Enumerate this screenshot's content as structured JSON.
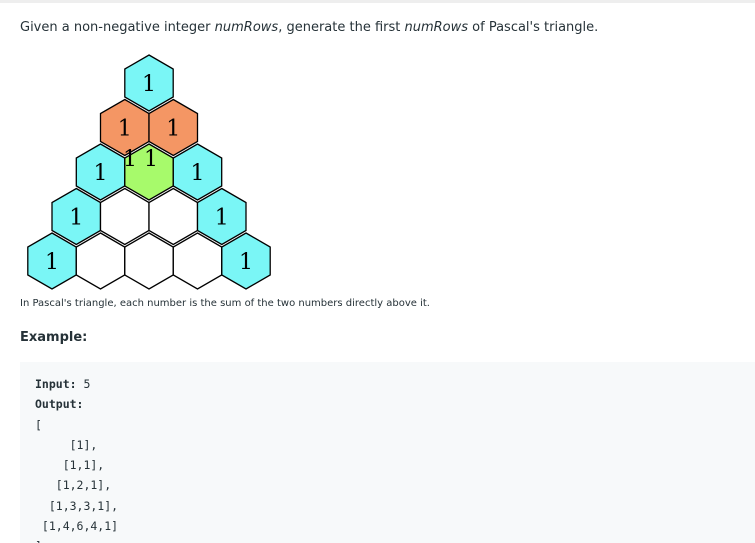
{
  "problem": {
    "intro": {
      "part1": "Given a non-negative integer ",
      "var1": "numRows",
      "part2": ", generate the first ",
      "var2": "numRows",
      "part3": " of Pascal's triangle."
    },
    "figure": {
      "caption": "In Pascal's triangle, each number is the sum of the two numbers directly above it.",
      "colors": {
        "cyan": "#7af6f6",
        "orange": "#f49664",
        "green": "#a7fa6b",
        "white": "#ffffff",
        "outline": "#000000"
      },
      "rows": [
        [
          {
            "value": "1",
            "fill": "cyan"
          }
        ],
        [
          {
            "value": "1",
            "fill": "orange"
          },
          {
            "value": "1",
            "fill": "orange"
          }
        ],
        [
          {
            "value": "1",
            "fill": "cyan"
          },
          {
            "value": "",
            "fill": "green"
          },
          {
            "value": "1",
            "fill": "cyan"
          }
        ],
        [
          {
            "value": "1",
            "fill": "cyan"
          },
          {
            "value": "",
            "fill": "white"
          },
          {
            "value": "",
            "fill": "white"
          },
          {
            "value": "1",
            "fill": "cyan"
          }
        ],
        [
          {
            "value": "1",
            "fill": "cyan"
          },
          {
            "value": "",
            "fill": "white"
          },
          {
            "value": "",
            "fill": "white"
          },
          {
            "value": "",
            "fill": "white"
          },
          {
            "value": "1",
            "fill": "cyan"
          }
        ]
      ],
      "overlay_label": "1 1"
    },
    "example": {
      "heading": "Example:",
      "input_label": "Input:",
      "input_value": "5",
      "output_label": "Output:",
      "output_lines": [
        "[",
        "     [1],",
        "    [1,1],",
        "   [1,2,1],",
        "  [1,3,3,1],",
        " [1,4,6,4,1]",
        "]"
      ]
    }
  }
}
